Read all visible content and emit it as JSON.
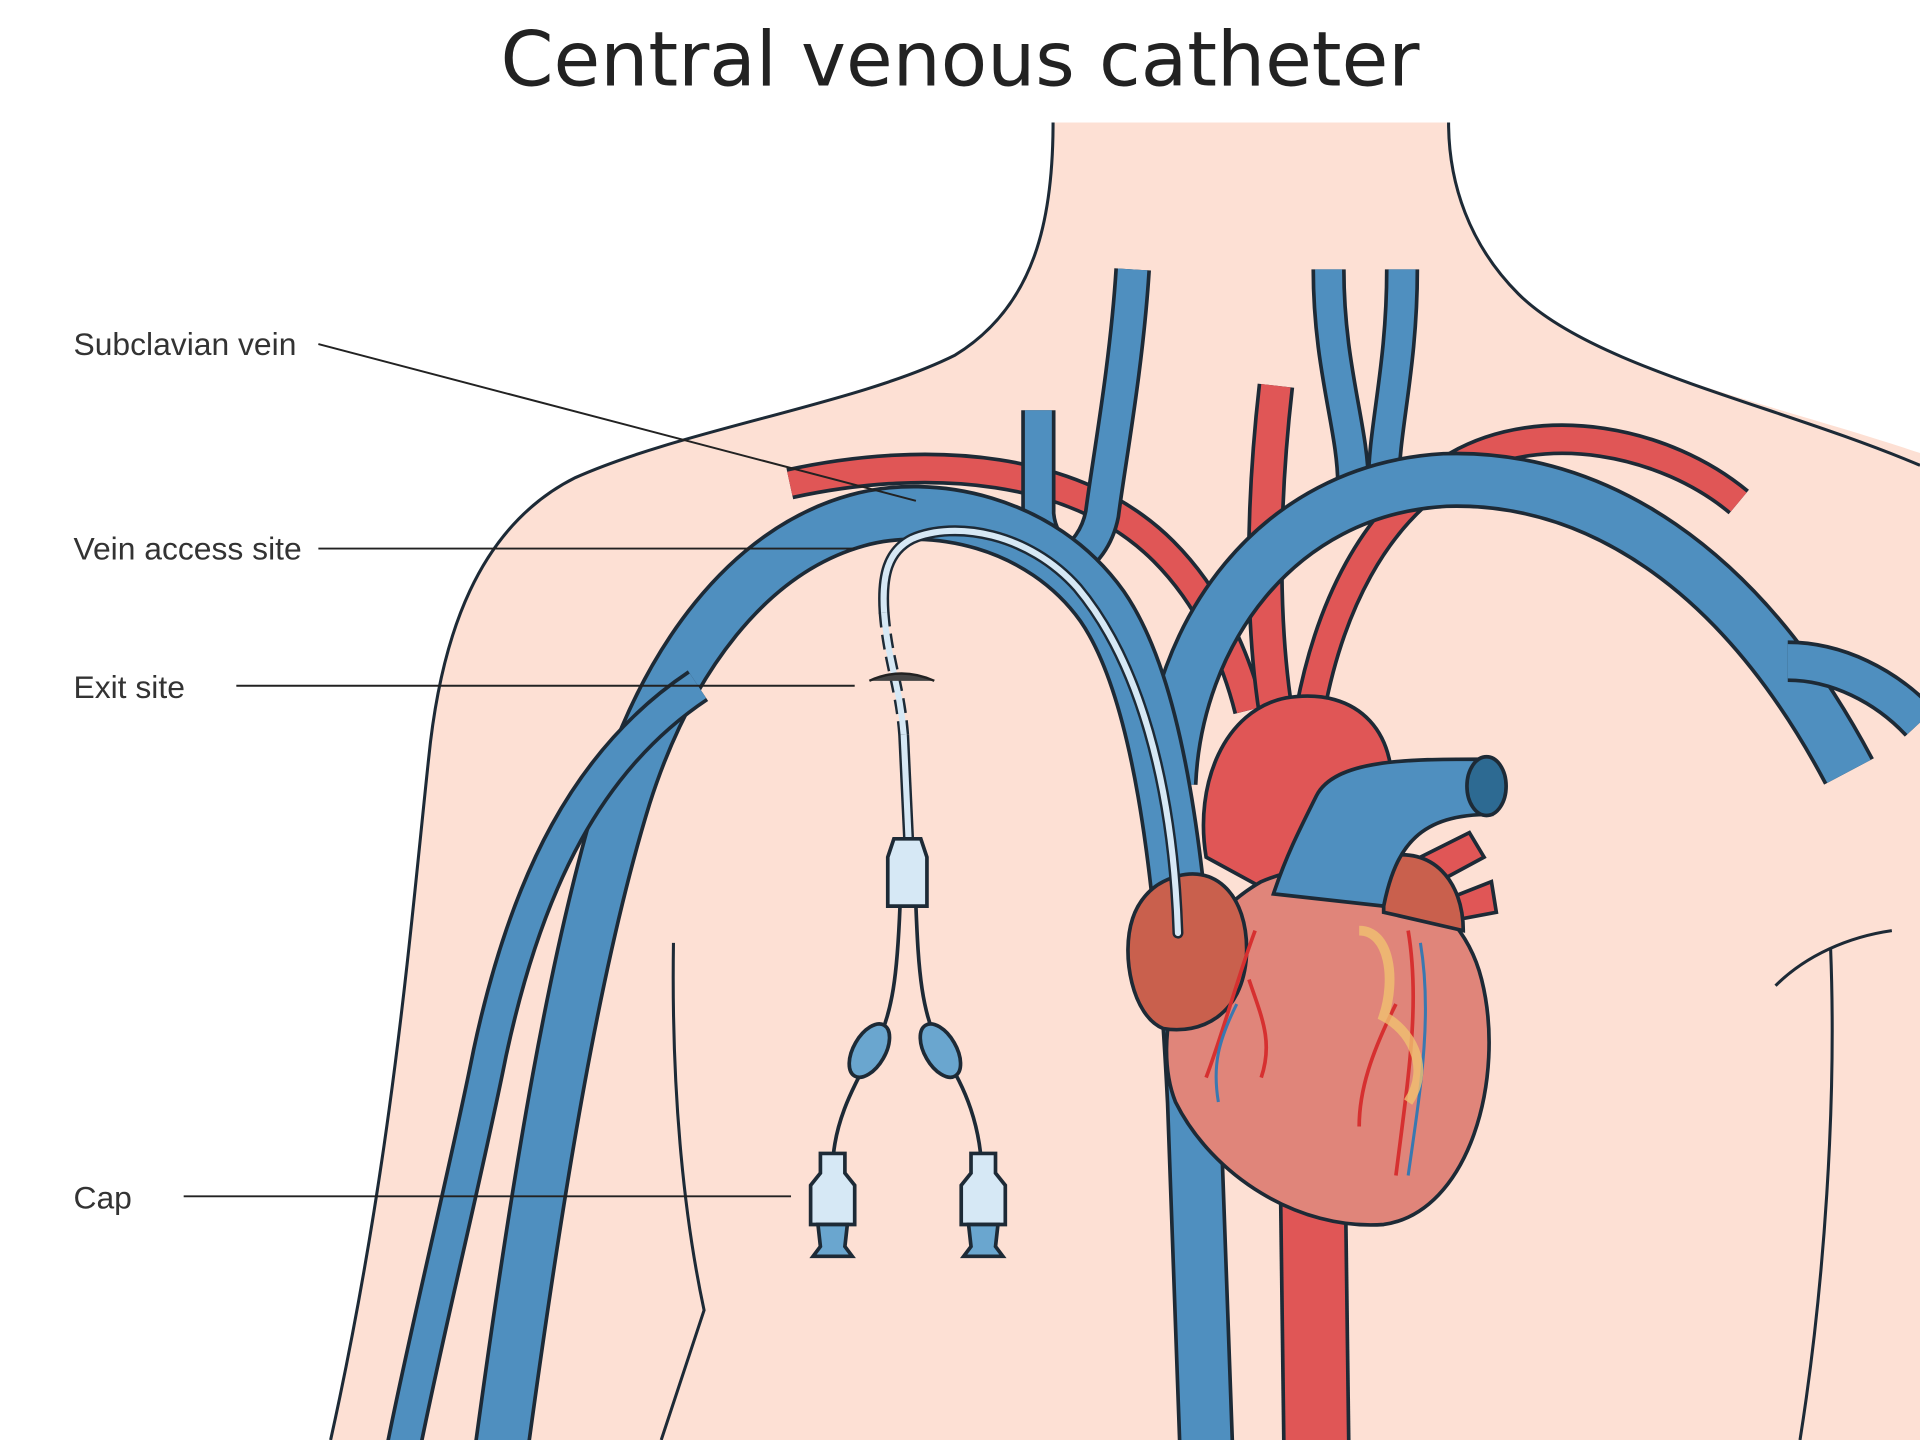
{
  "title": "Central venous catheter",
  "labels": {
    "subclavian_vein": "Subclavian vein",
    "vein_access_site": "Vein access site",
    "exit_site": "Exit site",
    "cap": "Cap"
  },
  "colors": {
    "skin": "#fde0d4",
    "vein": "#4f8fbf",
    "artery": "#e05656",
    "heart": "#e0857a",
    "catheter": "#d6e8f5",
    "outline": "#1d2a36"
  }
}
